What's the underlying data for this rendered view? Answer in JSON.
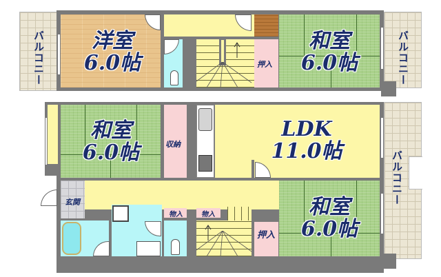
{
  "floor_plan": {
    "upper_floor": {
      "rooms": [
        {
          "id": "western-room",
          "name": "洋室",
          "size": "6.0帖",
          "floor": "wood"
        },
        {
          "id": "japanese-room-upper",
          "name": "和室",
          "size": "6.0帖",
          "floor": "tatami"
        },
        {
          "id": "closet-upper",
          "name": "押入",
          "floor": "pink"
        },
        {
          "id": "toilet-upper",
          "name": "",
          "floor": "cyan"
        },
        {
          "id": "stairs-upper",
          "name": "",
          "floor": "yellow"
        }
      ],
      "balconies": [
        {
          "id": "balcony-upper-left",
          "label": "バルコニー"
        },
        {
          "id": "balcony-upper-right",
          "label": "バルコニー"
        }
      ]
    },
    "lower_floor": {
      "rooms": [
        {
          "id": "japanese-room-lower-left",
          "name": "和室",
          "size": "6.0帖",
          "floor": "tatami"
        },
        {
          "id": "storage",
          "name": "収納",
          "floor": "pink"
        },
        {
          "id": "ldk",
          "name": "LDK",
          "size": "11.0帖",
          "floor": "yellow"
        },
        {
          "id": "japanese-room-lower-right",
          "name": "和室",
          "size": "6.0帖",
          "floor": "tatami"
        },
        {
          "id": "closet-lower",
          "name": "押入",
          "floor": "pink"
        },
        {
          "id": "entrance",
          "name": "玄関",
          "floor": "tile"
        },
        {
          "id": "storage-1",
          "name": "物入",
          "floor": "pink"
        },
        {
          "id": "storage-2",
          "name": "物入",
          "floor": "pink"
        },
        {
          "id": "bath",
          "name": "",
          "floor": "cyan"
        },
        {
          "id": "washroom",
          "name": "",
          "floor": "cyan"
        },
        {
          "id": "toilet-lower",
          "name": "",
          "floor": "cyan"
        }
      ],
      "balconies": [
        {
          "id": "balcony-lower-right",
          "label": "バルコニー"
        }
      ]
    },
    "colors": {
      "wall": "#7a7a7a",
      "tatami": "#a9d18a",
      "wood": "#e9c48c",
      "ldk": "#fdf7a8",
      "closet": "#f9d4d6",
      "water": "#b8f6f8",
      "balcony": "#ece6d4",
      "label_text": "#1a2c6b"
    }
  }
}
